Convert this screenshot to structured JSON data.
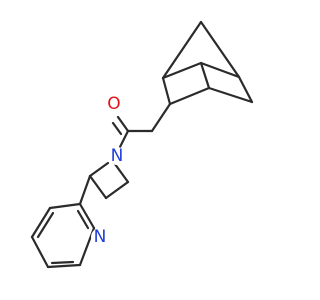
{
  "molecule": {
    "atoms": {
      "oxygen": {
        "label": "O",
        "color": "#e0151b"
      },
      "amide_nitrogen": {
        "label": "N",
        "color": "#1f3fd8"
      },
      "pyridine_nitrogen": {
        "label": "N",
        "color": "#1f3fd8"
      }
    },
    "bond_color": "#2b2b2b"
  }
}
